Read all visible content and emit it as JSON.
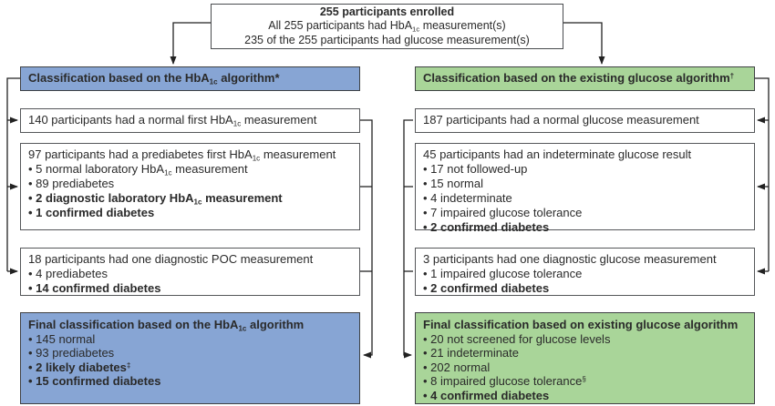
{
  "colors": {
    "blue_fill": "#87a5d4",
    "green_fill": "#a9d599",
    "box_border": "#55575a",
    "accent_border": "#3f4144",
    "connector_line": "#222222",
    "text": "#2a2a2a"
  },
  "top_box": {
    "lines": [
      {
        "text": "255 participants enrolled",
        "bold": true
      },
      {
        "text": "All 255 participants had HbA_{1c} measurement(s)"
      },
      {
        "text": "235 of the 255 participants had glucose measurement(s)"
      }
    ]
  },
  "left": {
    "header": "Classification based on the HbA_{1c} algorithm*",
    "normal_box": {
      "lines": [
        {
          "text": "140 participants had a normal first HbA_{1c} measurement"
        }
      ]
    },
    "prediabetes_box": {
      "lines": [
        {
          "text": "97 participants had a prediabetes first HbA_{1c} measurement"
        },
        {
          "text": "5 normal laboratory HbA_{1c} measurement",
          "bullet": true
        },
        {
          "text": "89 prediabetes",
          "bullet": true
        },
        {
          "text": "2 diagnostic laboratory HbA_{1c} measurement",
          "bullet": true,
          "bold": true
        },
        {
          "text": "1 confirmed diabetes",
          "bullet": true,
          "bold": true
        }
      ]
    },
    "poc_box": {
      "lines": [
        {
          "text": "18 participants had one diagnostic POC measurement"
        },
        {
          "text": "4 prediabetes",
          "bullet": true
        },
        {
          "text": "14 confirmed diabetes",
          "bullet": true,
          "bold": true
        }
      ]
    },
    "final_box": {
      "lines": [
        {
          "text": "Final classification based on the HbA_{1c} algorithm",
          "bold": true
        },
        {
          "text": "145 normal",
          "bullet": true
        },
        {
          "text": "93 prediabetes",
          "bullet": true
        },
        {
          "text": "2 likely diabetes^{‡}",
          "bullet": true,
          "bold": true
        },
        {
          "text": "15 confirmed diabetes",
          "bullet": true,
          "bold": true
        }
      ]
    }
  },
  "right": {
    "header": "Classification based on the existing glucose algorithm^{†}",
    "normal_box": {
      "lines": [
        {
          "text": "187 participants had a normal glucose measurement"
        }
      ]
    },
    "indeterminate_box": {
      "lines": [
        {
          "text": "45 participants had an indeterminate glucose result"
        },
        {
          "text": "17 not followed-up",
          "bullet": true
        },
        {
          "text": "15 normal",
          "bullet": true
        },
        {
          "text": "4 indeterminate",
          "bullet": true
        },
        {
          "text": "7 impaired glucose tolerance",
          "bullet": true
        },
        {
          "text": "2 confirmed diabetes",
          "bullet": true,
          "bold": true
        }
      ]
    },
    "diagnostic_box": {
      "lines": [
        {
          "text": "3 participants had one diagnostic glucose measurement"
        },
        {
          "text": "1 impaired glucose tolerance",
          "bullet": true
        },
        {
          "text": "2 confirmed diabetes",
          "bullet": true,
          "bold": true
        }
      ]
    },
    "final_box": {
      "lines": [
        {
          "text": "Final classification based on existing glucose algorithm",
          "bold": true
        },
        {
          "text": "20 not screened for glucose levels",
          "bullet": true
        },
        {
          "text": "21 indeterminate",
          "bullet": true
        },
        {
          "text": "202 normal",
          "bullet": true
        },
        {
          "text": "8 impaired glucose tolerance^{§}",
          "bullet": true
        },
        {
          "text": "4 confirmed diabetes",
          "bullet": true,
          "bold": true
        }
      ]
    }
  }
}
